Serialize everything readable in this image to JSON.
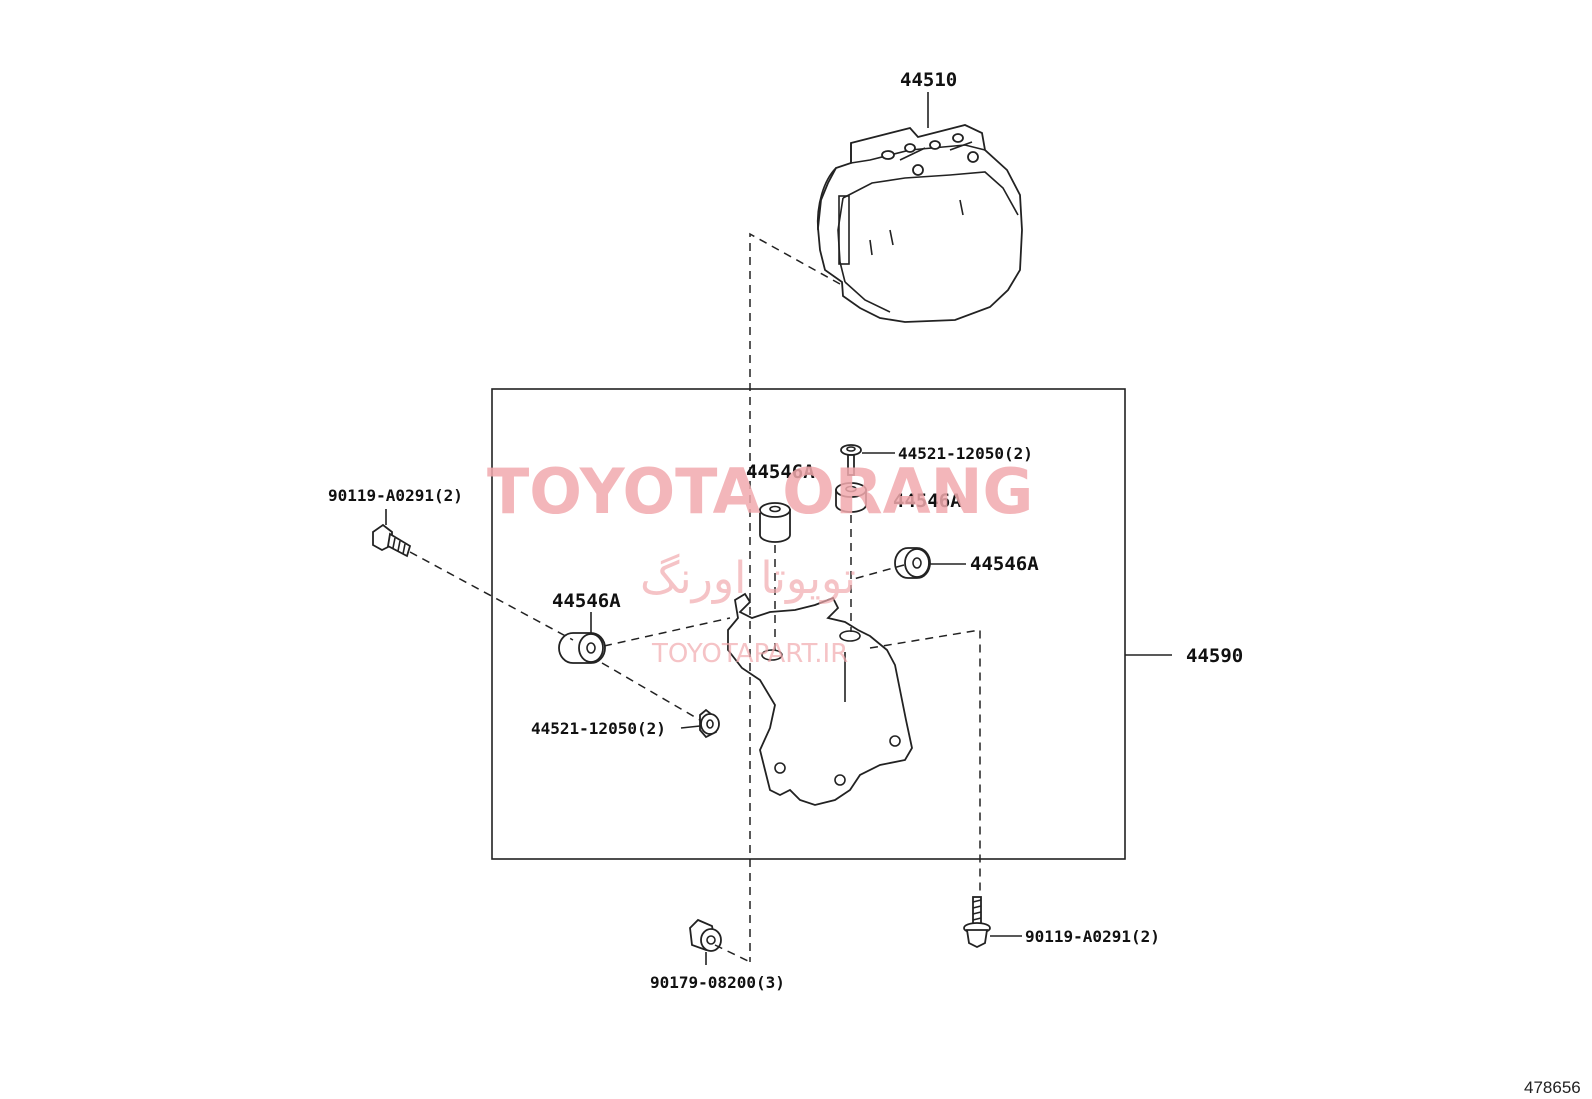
{
  "diagram_id": "478656",
  "parts": {
    "actuator": "44510",
    "bracket_assembly": "44590",
    "bolt_top_right": "44521-12050(2)",
    "bolt_left": "44521-12050(2)",
    "bolt_upper_left": "90119-A0291(2)",
    "bolt_lower_right": "90119-A0291(2)",
    "nut": "90179-08200(3)",
    "cushion_top_left": "44546A",
    "cushion_top_right": "44546A",
    "cushion_right": "44546A",
    "cushion_left": "44546A"
  },
  "watermark": {
    "brand": "TOYOTA ORANG",
    "brand_persian": "تویوتا اورنگ",
    "url": "TOYOTAPART.IR"
  }
}
